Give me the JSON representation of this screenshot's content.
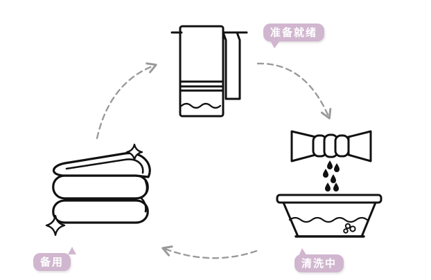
{
  "labels": {
    "ready": "准备就绪",
    "washing": "清洗中",
    "spare": "备用"
  },
  "colors": {
    "bubble": "#d1b6cf",
    "bubble_text": "#ffffff",
    "line": "#111111",
    "arrow": "#9a9a9a"
  },
  "icons": [
    "hanging-towel-icon",
    "wringing-towel-icon",
    "wash-basin-icon",
    "folded-towels-icon",
    "sparkle-icon"
  ]
}
